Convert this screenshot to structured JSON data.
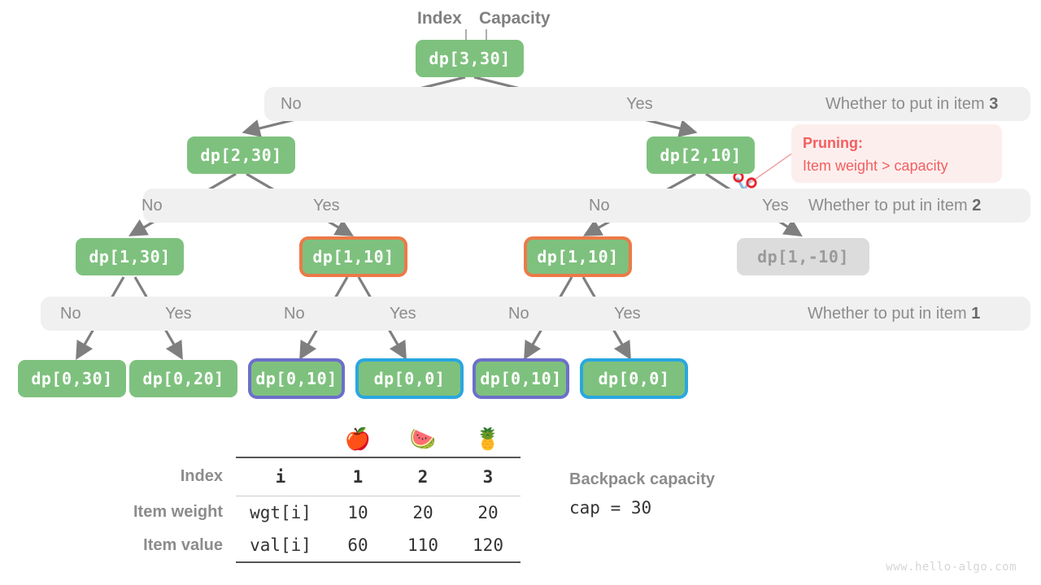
{
  "captions": {
    "index": "Index",
    "capacity": "Capacity"
  },
  "levels": [
    {
      "label": "Whether to put in item ",
      "item": "3",
      "branches": [
        "No",
        "Yes"
      ]
    },
    {
      "label": "Whether to put in item ",
      "item": "2",
      "branches": [
        "No",
        "Yes",
        "No",
        "Yes"
      ]
    },
    {
      "label": "Whether to put in item ",
      "item": "1",
      "branches": [
        "No",
        "Yes",
        "No",
        "Yes",
        "No",
        "Yes"
      ]
    }
  ],
  "nodes": {
    "root": "dp[3,30]",
    "l1_left": "dp[2,30]",
    "l1_right": "dp[2,10]",
    "l2_a": "dp[1,30]",
    "l2_b": "dp[1,10]",
    "l2_c": "dp[1,10]",
    "l2_d": "dp[1,-10]",
    "leaf_1": "dp[0,30]",
    "leaf_2": "dp[0,20]",
    "leaf_3": "dp[0,10]",
    "leaf_4": "dp[0,0]",
    "leaf_5": "dp[0,10]",
    "leaf_6": "dp[0,0]"
  },
  "pruning": {
    "title": "Pruning:",
    "reason": "Item weight > capacity"
  },
  "table": {
    "emojis": [
      "🍎",
      "🍉",
      "🍍"
    ],
    "rows": [
      {
        "label": "Index",
        "key": "i",
        "values": [
          "1",
          "2",
          "3"
        ]
      },
      {
        "label": "Item weight",
        "key": "wgt[i]",
        "values": [
          "10",
          "20",
          "20"
        ]
      },
      {
        "label": "Item value",
        "key": "val[i]",
        "values": [
          "60",
          "110",
          "120"
        ]
      }
    ]
  },
  "capacity_note": {
    "title": "Backpack capacity",
    "value": "cap = 30"
  },
  "watermark": "www.hello-algo.com",
  "colors": {
    "node_green": "#7ec17e",
    "node_muted": "#dcdcdc",
    "border_orange": "#ec7a48",
    "border_purple": "#6d6ecb",
    "border_blue": "#2aa7e0",
    "bar_gray": "#f0f0f0",
    "edge_gray": "#7f7f7f",
    "prune_red": "#f2605f",
    "prune_bg": "#fdeeee"
  }
}
